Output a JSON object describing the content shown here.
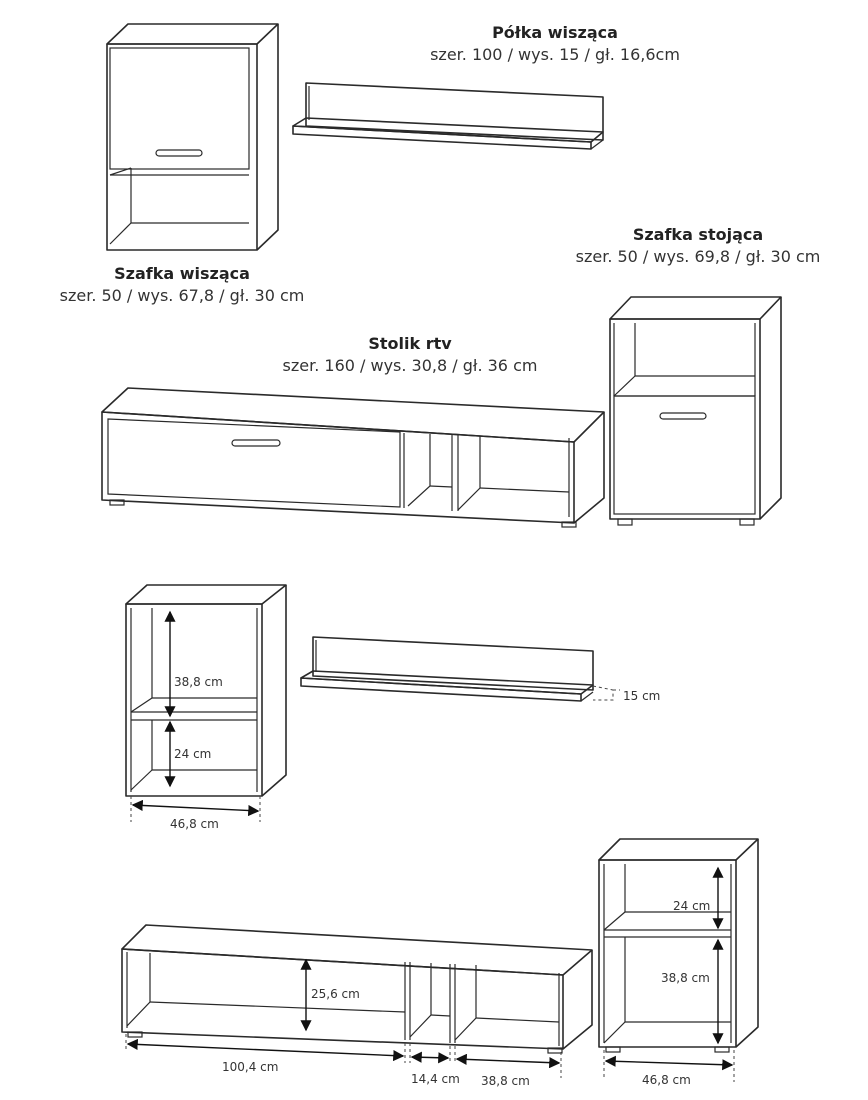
{
  "products": {
    "shelf": {
      "title": "Półka wisząca",
      "dims": "szer. 100 / wys. 15 / gł. 16,6cm"
    },
    "wall_cabinet": {
      "title": "Szafka wisząca",
      "dims": "szer. 50 / wys. 67,8 / gł. 30 cm"
    },
    "standing_cabinet": {
      "title": "Szafka stojąca",
      "dims": "szer. 50 / wys. 69,8 / gł. 30 cm"
    },
    "tv_stand": {
      "title": "Stolik rtv",
      "dims": "szer. 160 / wys. 30,8 / gł. 36 cm"
    }
  },
  "measurements": {
    "wall_upper": "38,8 cm",
    "wall_lower": "24 cm",
    "wall_width": "46,8 cm",
    "shelf_height": "15 cm",
    "tv_height": "25,6 cm",
    "tv_left": "100,4 cm",
    "tv_mid": "14,4 cm",
    "tv_right": "38,8 cm",
    "stand_upper": "24 cm",
    "stand_lower": "38,8 cm",
    "stand_width": "46,8 cm"
  }
}
